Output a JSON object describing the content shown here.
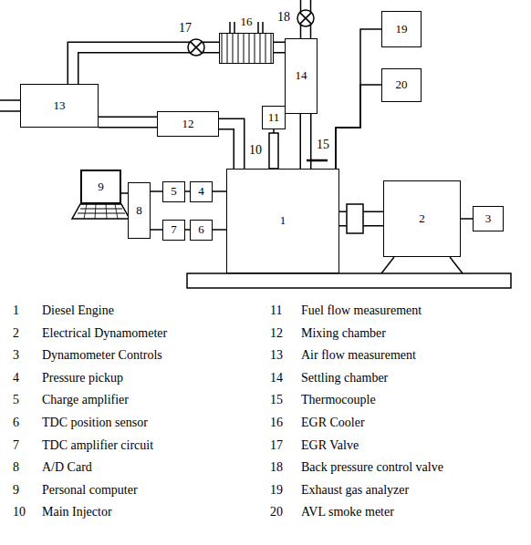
{
  "diagram": {
    "nodes": [
      {
        "text": [
          "16"
        ]
      },
      {
        "text": [
          "19"
        ]
      },
      {
        "text": [
          "14"
        ]
      },
      {
        "text": [
          "20"
        ]
      },
      {
        "text": [
          "13"
        ]
      },
      {
        "text": [
          "12"
        ]
      },
      {
        "text": [
          "11"
        ]
      },
      {
        "text": [
          "1"
        ]
      },
      {
        "text": [
          "9"
        ]
      },
      {
        "text": [
          "8"
        ]
      },
      {
        "text": [
          "5"
        ]
      },
      {
        "text": [
          "4"
        ]
      },
      {
        "text": [
          "2"
        ]
      },
      {
        "text": [
          "3"
        ]
      },
      {
        "text": [
          "7"
        ]
      },
      {
        "text": [
          "6"
        ]
      }
    ],
    "edges": [
      {
        "from": 4,
        "to": 5,
        "arrow": "none"
      },
      {
        "from": 5,
        "to": 7,
        "arrow": "none"
      },
      {
        "from": 7,
        "to": 2,
        "arrow": "none"
      },
      {
        "from": 2,
        "to": 0,
        "arrow": "none"
      },
      {
        "from": 0,
        "to": 4,
        "arrow": "none"
      },
      {
        "from": 6,
        "to": 7,
        "arrow": "none"
      },
      {
        "from": 7,
        "to": 1,
        "arrow": "none"
      },
      {
        "from": 7,
        "to": 3,
        "arrow": "none"
      },
      {
        "from": 7,
        "to": 11,
        "arrow": "none"
      },
      {
        "from": 11,
        "to": 10,
        "arrow": "none"
      },
      {
        "from": 10,
        "to": 9,
        "arrow": "none"
      },
      {
        "from": 7,
        "to": 15,
        "arrow": "none"
      },
      {
        "from": 15,
        "to": 14,
        "arrow": "none"
      },
      {
        "from": 14,
        "to": 9,
        "arrow": "none"
      },
      {
        "from": 9,
        "to": 8,
        "arrow": "none"
      },
      {
        "from": 7,
        "to": 12,
        "arrow": "none"
      },
      {
        "from": 12,
        "to": 13,
        "arrow": "none"
      }
    ],
    "labels": [
      "1",
      "Diesel Engine",
      "11",
      "Fuel flow measurement",
      "2",
      "Electrical Dynamometer",
      "12",
      "Mixing chamber",
      "3",
      "Dynamometer Controls",
      "13",
      "Air flow measurement",
      "4",
      "Pressure pickup",
      "14",
      "Settling chamber",
      "5",
      "Charge amplifier",
      "15",
      "Thermocouple",
      "6",
      "TDC position sensor",
      "16",
      "EGR Cooler",
      "7",
      "TDC amplifier circuit",
      "17",
      "EGR Valve",
      "8",
      "A/D Card",
      "18",
      "Back pressure control valve",
      "9",
      "Personal computer",
      "19",
      "Exhaust gas analyzer",
      "10",
      "Main Injector",
      "20",
      "AVL smoke meter",
      "17",
      "18",
      "10",
      "15"
    ]
  }
}
